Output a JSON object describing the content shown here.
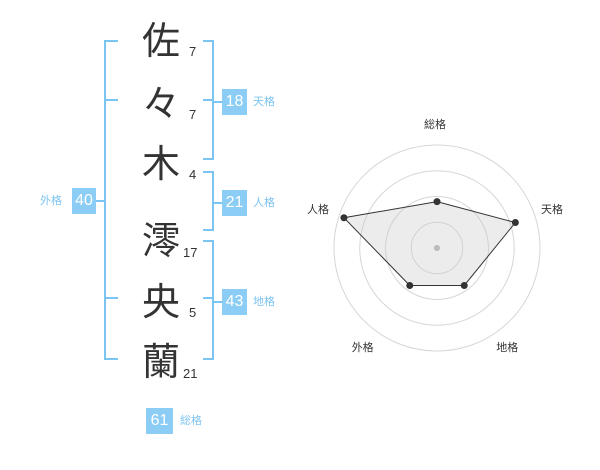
{
  "characters": [
    {
      "char": "佐",
      "strokes": "7"
    },
    {
      "char": "々",
      "strokes": "7"
    },
    {
      "char": "木",
      "strokes": "4"
    },
    {
      "char": "澪",
      "strokes": "17"
    },
    {
      "char": "央",
      "strokes": "5"
    },
    {
      "char": "蘭",
      "strokes": "21"
    }
  ],
  "fortunes": {
    "tenkaku": {
      "value": "18",
      "label": "天格"
    },
    "jinkaku": {
      "value": "21",
      "label": "人格"
    },
    "chikaku": {
      "value": "43",
      "label": "地格"
    },
    "gaikaku": {
      "value": "40",
      "label": "外格"
    },
    "soukaku": {
      "value": "61",
      "label": "総格"
    }
  },
  "colors": {
    "accent": "#8ccdf5",
    "bracket": "#7cc4f2",
    "text": "#333333"
  },
  "chart_data": {
    "type": "radar",
    "axes": [
      "総格",
      "天格",
      "地格",
      "外格",
      "人格"
    ],
    "values": [
      0.45,
      0.8,
      0.45,
      0.45,
      0.95
    ],
    "rings": 4,
    "max": 1
  }
}
